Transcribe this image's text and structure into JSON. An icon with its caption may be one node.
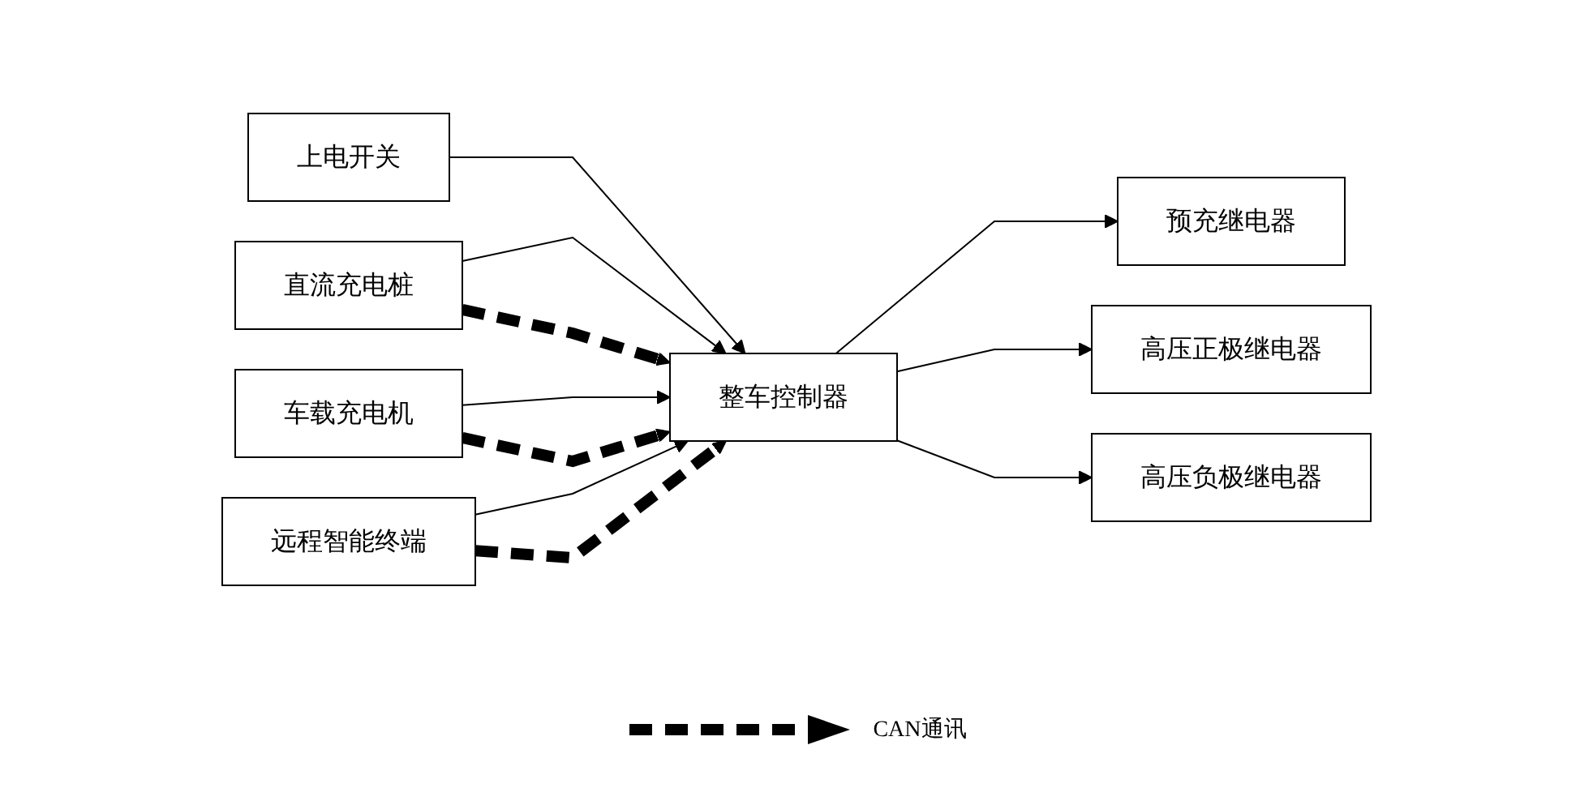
{
  "diagram": {
    "nodes": [
      {
        "text": [
          "上电开关"
        ]
      },
      {
        "text": [
          "直流充电桩"
        ]
      },
      {
        "text": [
          "车载充电机"
        ]
      },
      {
        "text": [
          "远程智能终端"
        ]
      },
      {
        "text": [
          "整车控制器"
        ]
      },
      {
        "text": [
          "预充继电器"
        ]
      },
      {
        "text": [
          "高压正极继电器"
        ]
      },
      {
        "text": [
          "高压负极继电器"
        ]
      }
    ],
    "edges": [
      {
        "from": 0,
        "to": 4,
        "arrow": "to"
      },
      {
        "from": 1,
        "to": 4,
        "arrow": "to"
      },
      {
        "from": 1,
        "to": 4,
        "arrow": "to",
        "style": "dashed"
      },
      {
        "from": 2,
        "to": 4,
        "arrow": "to"
      },
      {
        "from": 2,
        "to": 4,
        "arrow": "to",
        "style": "dashed"
      },
      {
        "from": 3,
        "to": 4,
        "arrow": "to"
      },
      {
        "from": 3,
        "to": 4,
        "arrow": "to",
        "style": "dashed"
      },
      {
        "from": 4,
        "to": 5,
        "arrow": "to"
      },
      {
        "from": 4,
        "to": 6,
        "arrow": "to"
      },
      {
        "from": 4,
        "to": 7,
        "arrow": "to"
      }
    ],
    "legend": [
      {
        "text": "CAN通讯"
      }
    ]
  }
}
